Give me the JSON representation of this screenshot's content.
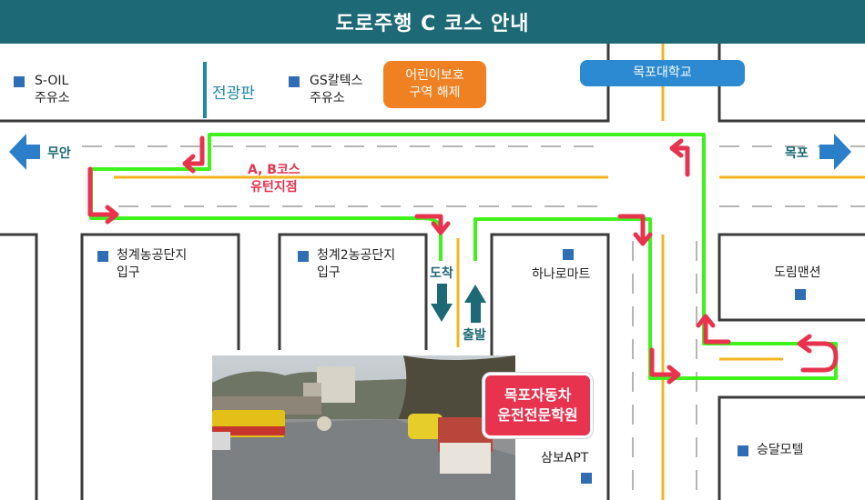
{
  "title": "도로주행 C 코스 안내",
  "labels": {
    "soil": [
      "S-OIL",
      "주유소"
    ],
    "billboard": "전광판",
    "gs": [
      "GS칼텍스",
      "주유소"
    ],
    "school_zone": [
      "어린이보호",
      "구역 해제"
    ],
    "university": "목포대학교",
    "west": "무안",
    "east": "목포",
    "uturn": [
      "A, B코스",
      "유턴지점"
    ],
    "cheonggye1": [
      "청계농공단지",
      "입구"
    ],
    "cheonggye2": [
      "청계2농공단지",
      "입구"
    ],
    "arrival": "도착",
    "departure": "출발",
    "hanaro": "하나로마트",
    "dorim": "도림맨션",
    "sambo": "삼보APT",
    "seungdal": "승달모텔",
    "driving_school": [
      "목포자동차",
      "운전전문학원"
    ]
  },
  "colors": {
    "header": "#1d6975",
    "route": "#3ff21c",
    "turn_arrow": "#e8334e",
    "center_line": "#f3b51f",
    "lane_dash": "#b5b5b5",
    "block_outline": "#3b3b3b",
    "marker": "#2f6db5",
    "direction_arrow": "#2b7fc9",
    "arrival_departure_arrow": "#1d6975",
    "school_zone_badge": "#f08122",
    "university_badge": "#2b8ad2"
  },
  "icons": {
    "west_arrow": "arrow-left-icon",
    "east_arrow": "arrow-right-icon",
    "arrival_arrow": "arrow-down-icon",
    "departure_arrow": "arrow-up-icon"
  }
}
